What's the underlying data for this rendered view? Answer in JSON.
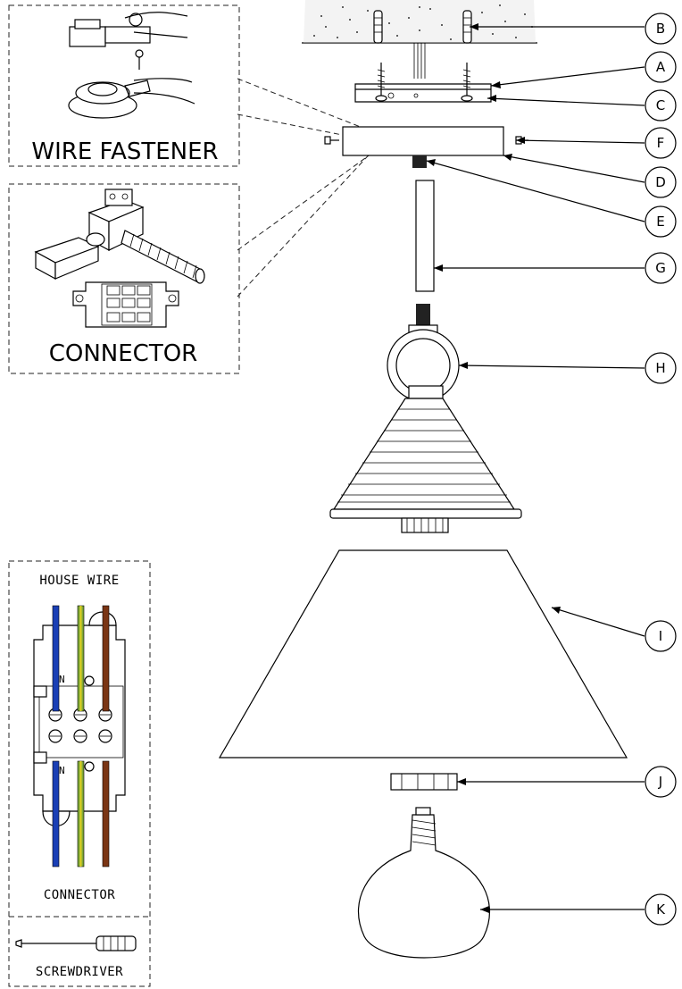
{
  "panels": {
    "wire_fastener": {
      "label": "WIRE FASTENER"
    },
    "connector_detail": {
      "label": "CONNECTOR"
    },
    "house_wire": {
      "title": "HOUSE WIRE",
      "connector_label": "CONNECTOR",
      "screwdriver_label": "SCREWDRIVER"
    }
  },
  "callouts": [
    "A",
    "B",
    "C",
    "D",
    "E",
    "F",
    "G",
    "H",
    "I",
    "J",
    "K"
  ],
  "terminal_labels": {
    "neutral": "N"
  },
  "wire_colors": {
    "blue": "#1a3fb5",
    "green_yellow": "#7fa838",
    "brown": "#7a3514"
  }
}
